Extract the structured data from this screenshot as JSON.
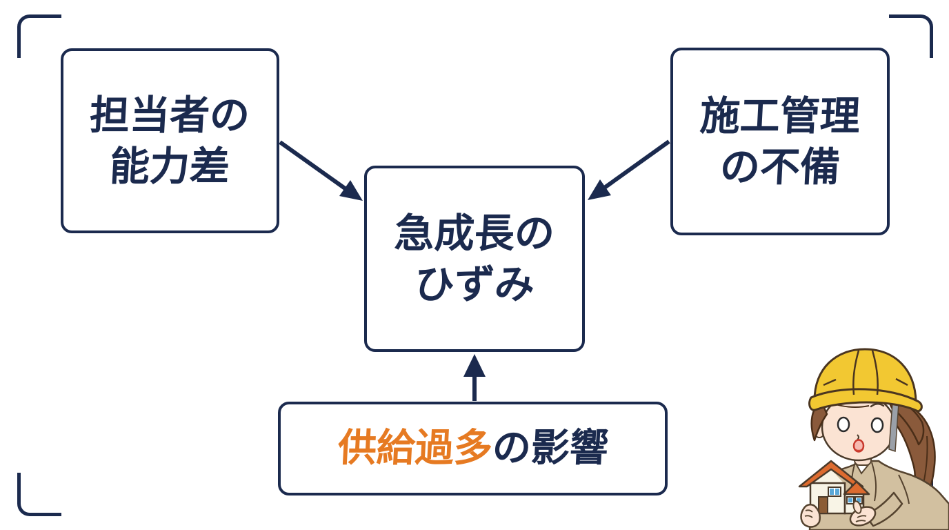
{
  "diagram": {
    "left_box": {
      "line1": "担当者の",
      "line2": "能力差"
    },
    "right_box": {
      "line1": "施工管理",
      "line2": "の不備"
    },
    "center_box": {
      "line1": "急成長の",
      "line2": "ひずみ"
    },
    "bottom_box": {
      "highlight": "供給過多",
      "rest": "の影響"
    },
    "arrows": [
      {
        "from": "left_box",
        "to": "center_box"
      },
      {
        "from": "right_box",
        "to": "center_box"
      },
      {
        "from": "bottom_box",
        "to": "center_box"
      }
    ]
  },
  "colors": {
    "navy": "#1B2A4E",
    "orange": "#E67A22",
    "bg": "#FFFFFF",
    "helmet_yellow": "#F2C832",
    "hair_brown": "#8A5A3B",
    "jacket_beige": "#D2C0A0",
    "roof_orange": "#DD6B2F",
    "window_blue": "#5AA7D6"
  },
  "icons": {
    "mascot": "construction-worker-with-model-house"
  }
}
